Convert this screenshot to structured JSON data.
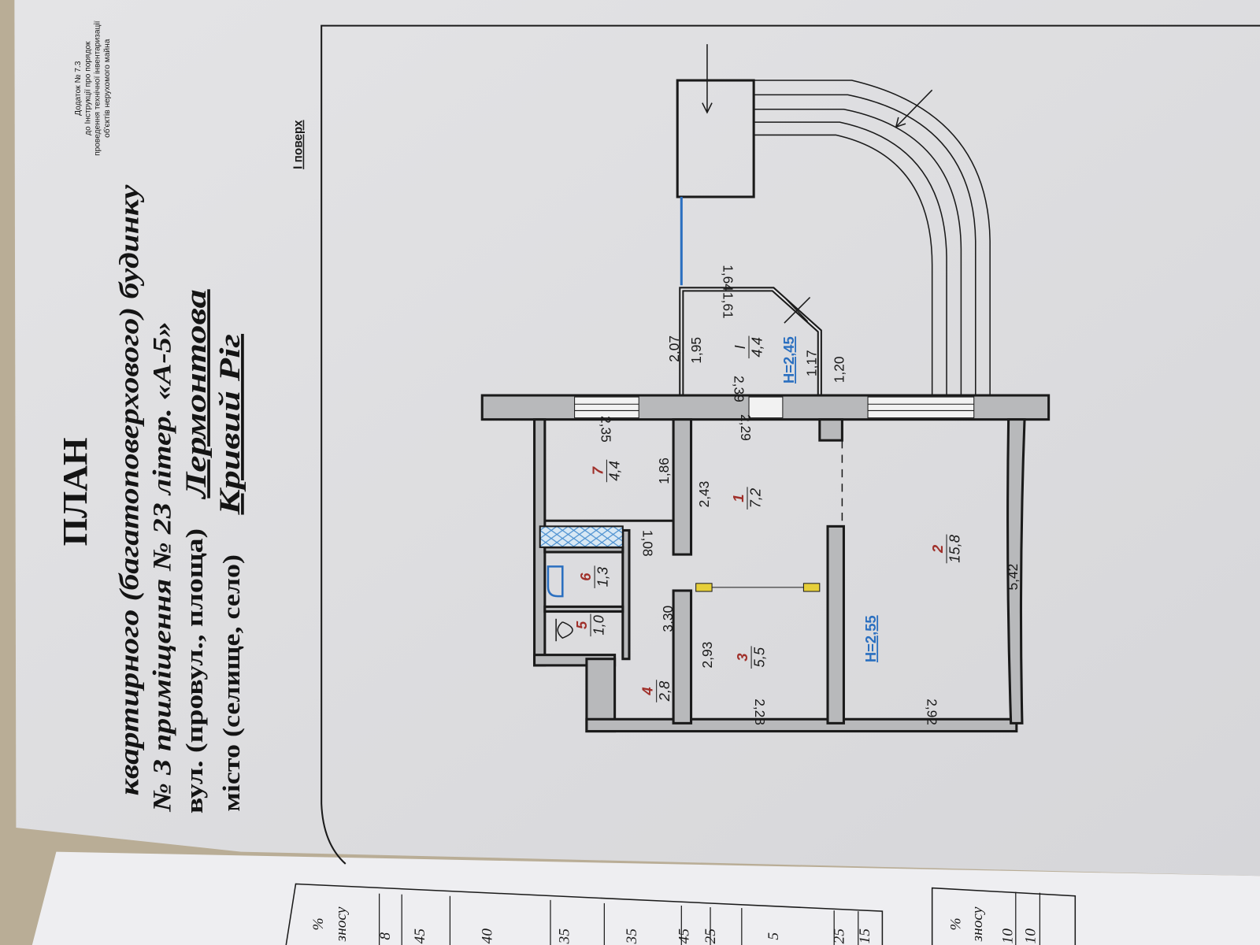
{
  "appendix": [
    "Додаток № 7.3",
    "до Інструкції про порядок",
    "проведення технічної інвентаризації",
    "об'єктів нерухомого майна"
  ],
  "title": {
    "heading": "ПЛАН",
    "line1": "квартирного (багатоповерхового) будинку",
    "line2": "№ 3 приміщення № 23  літер. «А-5»",
    "street_label": "вул. (провул., площа)",
    "street": "Лермонтова",
    "city_label": "місто (селище, село)",
    "city": "Кривий Ріг"
  },
  "floor": "I поверх",
  "rooms": [
    {
      "num": "1",
      "area": "7,2"
    },
    {
      "num": "2",
      "area": "15,8"
    },
    {
      "num": "3",
      "area": "5,5"
    },
    {
      "num": "4",
      "area": "2,8"
    },
    {
      "num": "5",
      "area": "1,0"
    },
    {
      "num": "6",
      "area": "1,3"
    },
    {
      "num": "7",
      "area": "4,4"
    }
  ],
  "balcony": {
    "num": "I",
    "area": "4,4",
    "height": "H=2,45"
  },
  "main_height": "H=2,55",
  "dims": {
    "r7_width": "2,35",
    "r7_length": "1,86",
    "r1_length": "2,43",
    "r1_width": "2,29",
    "balcony_width": "2,39",
    "niche": "1,08",
    "corridor": "3,30",
    "r3_length": "2,93",
    "r3_width": "2,28",
    "r2_width": "2,92",
    "r2_length": "5,42",
    "b_outer": "2,07",
    "b_inner": "1,95",
    "b_top_in": "1,61",
    "b_top_out": "1,64",
    "b_side_in": "1,17",
    "b_side_out": "1,20"
  },
  "tables": {
    "left": {
      "header": [
        "%",
        "зносу"
      ],
      "values": [
        "8",
        "45",
        "40",
        "35",
        "35",
        "45",
        "25",
        "5",
        "25",
        "15"
      ]
    },
    "right": {
      "header": [
        "%",
        "зносу"
      ],
      "values": [
        "10",
        "10"
      ]
    }
  }
}
